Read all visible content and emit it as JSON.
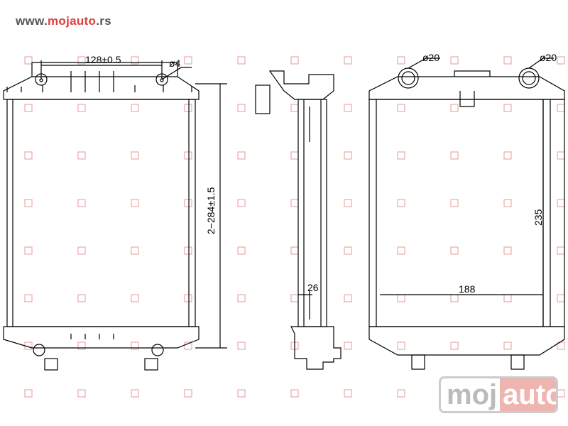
{
  "header": {
    "url_prefix": "www.",
    "url_brand": "mojauto",
    "url_suffix": ".rs"
  },
  "dimensions": {
    "front_width": "128±0.5",
    "front_hole": "ø4",
    "front_height": "2−284±1.5",
    "side_depth": "26",
    "rear_pipe_left": "ø20",
    "rear_pipe_right": "ø20",
    "rear_height": "235",
    "rear_width": "188"
  },
  "logo": {
    "part1": "moj",
    "part2": "auto"
  },
  "colors": {
    "brand_red": "#d9403f",
    "watermark": "#e79a9a"
  }
}
